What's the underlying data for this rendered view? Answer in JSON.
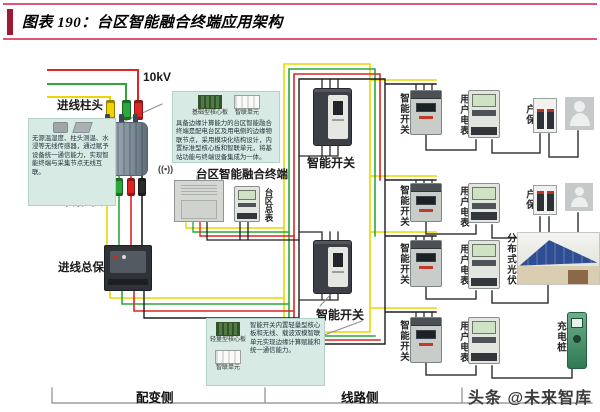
{
  "title": "图表 190：台区智能融合终端应用架构",
  "colors": {
    "accent_rule": "#dd5577",
    "title_bar": "#9c1b31",
    "wire_red": "#e02424",
    "wire_green": "#2aa83c",
    "wire_yellow": "#edd500",
    "wire_black": "#1d1d1d",
    "note_bg": "#d7eae4",
    "charger_green": "#2f7a52",
    "pv_roof_blue": "#2e4d92"
  },
  "labels": {
    "voltage": "10kV",
    "incoming_post": "进线柱头",
    "outgoing_post": "出线柱头",
    "main_protection": "进线总保",
    "fusion_terminal": "台区智能融合终端",
    "station_meter": "台区总表",
    "smart_switch_main_1": "智能开关",
    "smart_switch_main_2": "智能开关"
  },
  "annotations": {
    "sensor_note": {
      "text": "无源温湿度、柱头测温、水浸等无线传感器，通过赋予设备统一通信能力，实现智能终端与采集节点无线互联。"
    },
    "terminal_note": {
      "core_board_label": "基础型核心板",
      "smart_unit_label": "智联单元",
      "text": "具备边缘计算能力的台区智能融合终端是配电台区及用电侧的边缘物联节点，采用模块化结构设计，内置标准型核心板和智联单元，将基站功能与终端设备集成为一体。"
    },
    "switch_note": {
      "core_board_label": "轻量型核心板",
      "smart_unit_label": "智联单元",
      "text": "智能开关内置轻量型核心板和无线、载波双模智联单元实现边缘计算赋能和统一通信能力。"
    }
  },
  "rows": [
    {
      "switch_label": "智能开关",
      "meter_label": "用户电表",
      "end_label": "户保"
    },
    {
      "switch_label": "智能开关",
      "meter_label": "用户电表",
      "end_label": "户保"
    },
    {
      "switch_label": "智能开关",
      "meter_label": "用户电表",
      "end_label": "分布式光伏"
    },
    {
      "switch_label": "智能开关",
      "meter_label": "用户电表",
      "end_label": "充电桩"
    }
  ],
  "footer": {
    "transformer_side": "配变侧",
    "line_side": "线路侧",
    "watermark": "头条 @未来智库"
  }
}
